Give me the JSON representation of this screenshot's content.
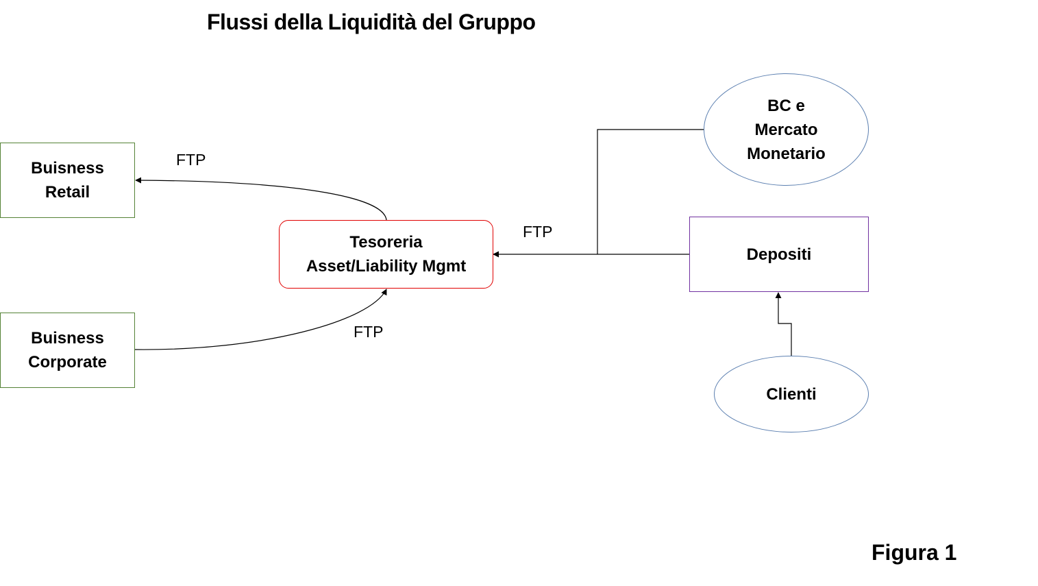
{
  "title": "Flussi della Liquidità del Gruppo",
  "figure_label": "Figura 1",
  "nodes": {
    "business_retail": "Buisness\nRetail",
    "business_corporate": "Buisness\nCorporate",
    "tesoreria": "Tesoreria\nAsset/Liability Mgmt",
    "bc_mercato": "BC e\nMercato\nMonetario",
    "depositi": "Depositi",
    "clienti": "Clienti"
  },
  "edges": {
    "tesoreria_to_retail": "FTP",
    "corporate_to_tesoreria": "FTP",
    "depositi_to_tesoreria": "FTP"
  },
  "colors": {
    "business_border": "#548235",
    "tesoreria_border": "#e00000",
    "depositi_border": "#7030a0",
    "ellipse_border": "#5b7fb0"
  }
}
